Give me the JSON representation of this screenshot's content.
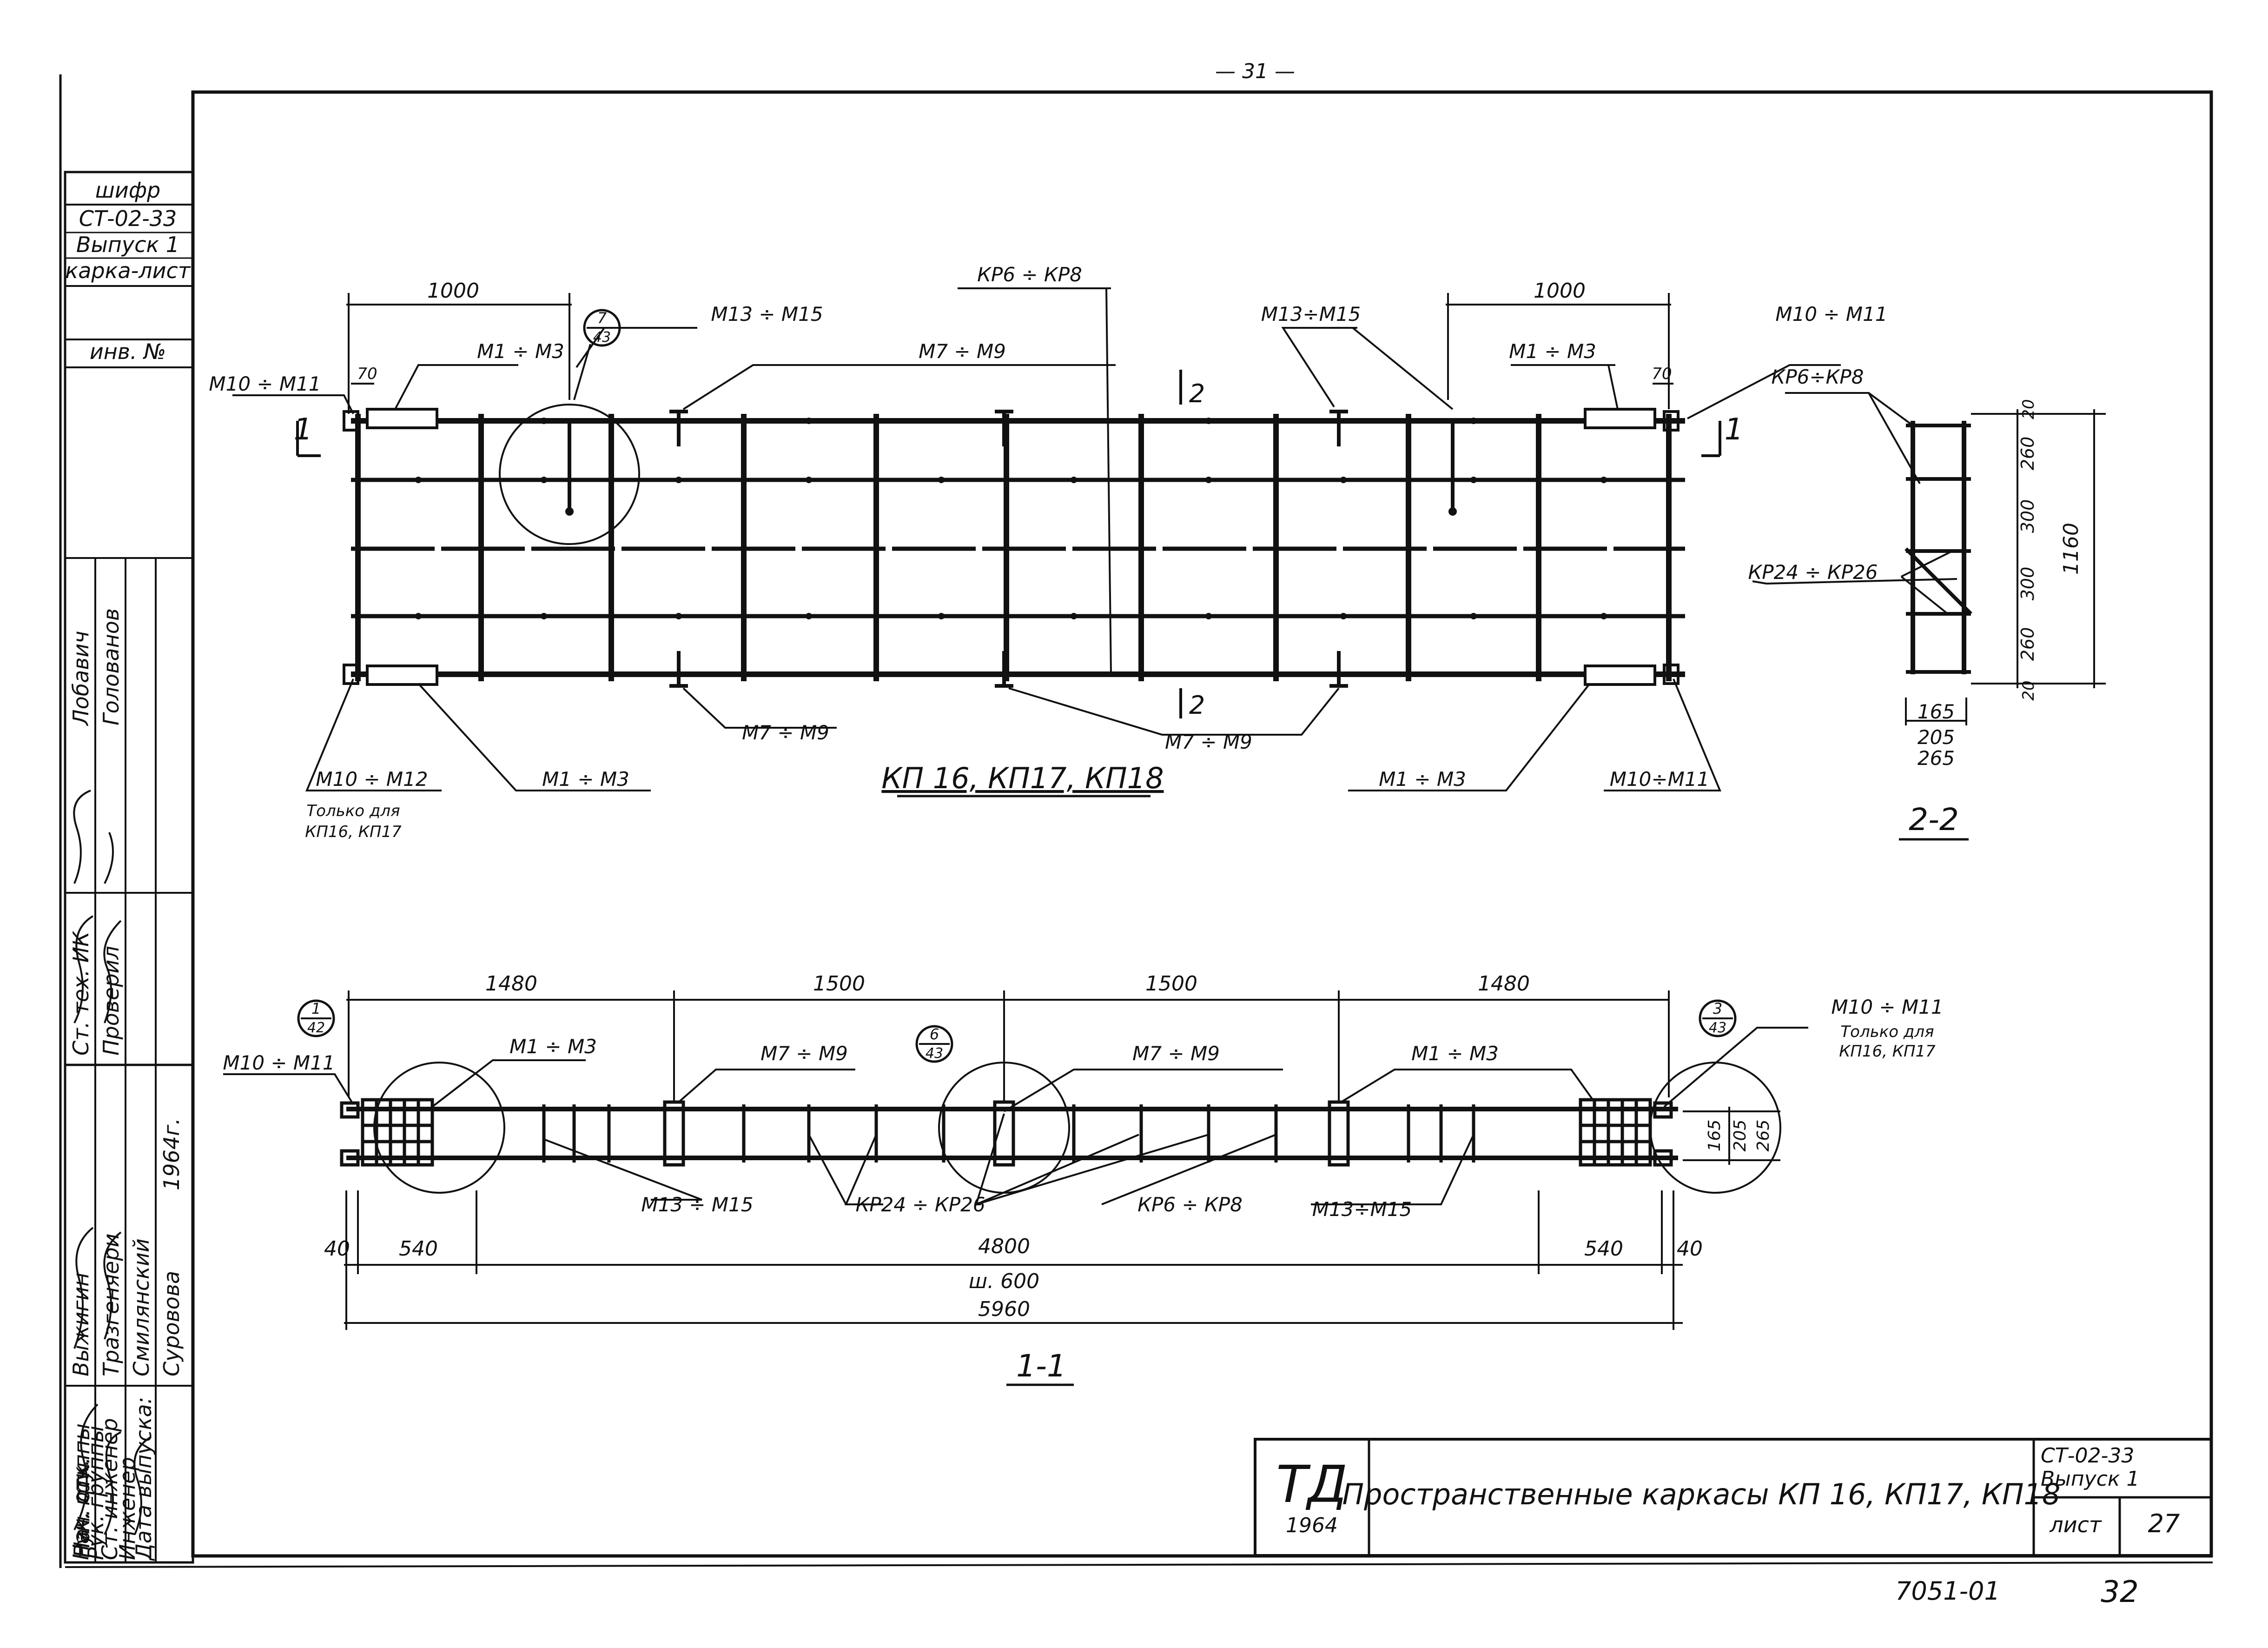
{
  "page_number_top": "— 31 —",
  "side_stamp": {
    "code_header": "шифр",
    "code": "СТ-02-33",
    "issue": "Выпуск 1",
    "sheet_word": "карка-лист",
    "inv_label": "инв. №",
    "col1": [
      "Нач. отк.",
      "Рук. группы",
      "Ст. инженер",
      "Инженер",
      "Дата выпуска:"
    ],
    "col2": [
      "Выжигин",
      "Тразгеняери",
      "Смилянский",
      "Суровова",
      "1964г."
    ],
    "col3": [
      "Ст. тех. ИК",
      "Проверил"
    ],
    "col4": [
      "Лобавич",
      "Голованов"
    ]
  },
  "plan_view": {
    "title": "КП 16, КП17, КП18",
    "dims": {
      "left": "1000",
      "right": "1000",
      "left_small": "70",
      "right_small": "70"
    },
    "labels": {
      "kr6_kr8_top": "КР6 ÷ КР8",
      "m13_m15_left": "М13 ÷ М15",
      "m13_m15_right": "М13÷М15",
      "m7_m9_top": "М7 ÷ М9",
      "m1_m3_top_left": "М1 ÷ М3",
      "m1_m3_top_right": "М1 ÷ М3",
      "m10_m11_left": "М10 ÷ М11",
      "m10_m11_right": "М10 ÷ М11",
      "m7_m9_bot_left": "М7 ÷ М9",
      "m7_m9_bot_mid": "М7 ÷ М9",
      "m10_m12": "М10 ÷ М12",
      "only_for_1": "Только для",
      "only_for_2": "КП16, КП17",
      "m1_m3_bot_left": "М1 ÷ М3",
      "m1_m3_bot_right": "М1 ÷ М3",
      "m10_m11_bot_right": "М10÷М11"
    },
    "section_marks": {
      "cut1": "1",
      "cut2": "2"
    },
    "callout_7": {
      "top": "7",
      "bottom": "43"
    }
  },
  "section_2_2": {
    "title": "2-2",
    "kr6_kr8": "КР6÷КР8",
    "kr24_kr26": "КР24 ÷ КР26",
    "vert_dims": [
      "20",
      "260",
      "300",
      "300",
      "260",
      "20"
    ],
    "overall": "1160",
    "w1": "165",
    "w2": "205",
    "w3": "265"
  },
  "section_1_1": {
    "title": "1-1",
    "top_dims": [
      "1480",
      "1500",
      "1500",
      "1480"
    ],
    "bottom_dims": {
      "left_edge": "40",
      "left": "540",
      "mid": "4800",
      "step": "ш. 600",
      "right": "540",
      "right_edge": "40",
      "overall": "5960"
    },
    "right_dims": [
      "165",
      "205",
      "265"
    ],
    "labels": {
      "m10_m11_left": "М10 ÷ М11",
      "m1_m3_left": "М1 ÷ М3",
      "m7_m9_left": "М7 ÷ М9",
      "m7_m9_right": "М7 ÷ М9",
      "m1_m3_right": "М1 ÷ М3",
      "m10_m11_right": "М10 ÷ М11",
      "only_for_1": "Только для",
      "only_for_2": "КП16, КП17",
      "m13_m15_left": "М13 ÷ М15",
      "kr24_kr26": "КР24 ÷ КР26",
      "kr6_kr8": "КР6 ÷ КР8",
      "m13_m15_right": "М13÷М15"
    },
    "callouts": [
      {
        "top": "1",
        "bottom": "42"
      },
      {
        "top": "6",
        "bottom": "43"
      },
      {
        "top": "3",
        "bottom": "43"
      }
    ]
  },
  "title_block": {
    "logo": "ТД",
    "year": "1964",
    "title": "Пространственные каркасы КП 16, КП17, КП18",
    "code": "СТ-02-33",
    "issue": "Выпуск 1",
    "sheet_label": "лист",
    "sheet_number": "27"
  },
  "bottom_marks": {
    "doc_number": "7051-01",
    "page": "32"
  }
}
